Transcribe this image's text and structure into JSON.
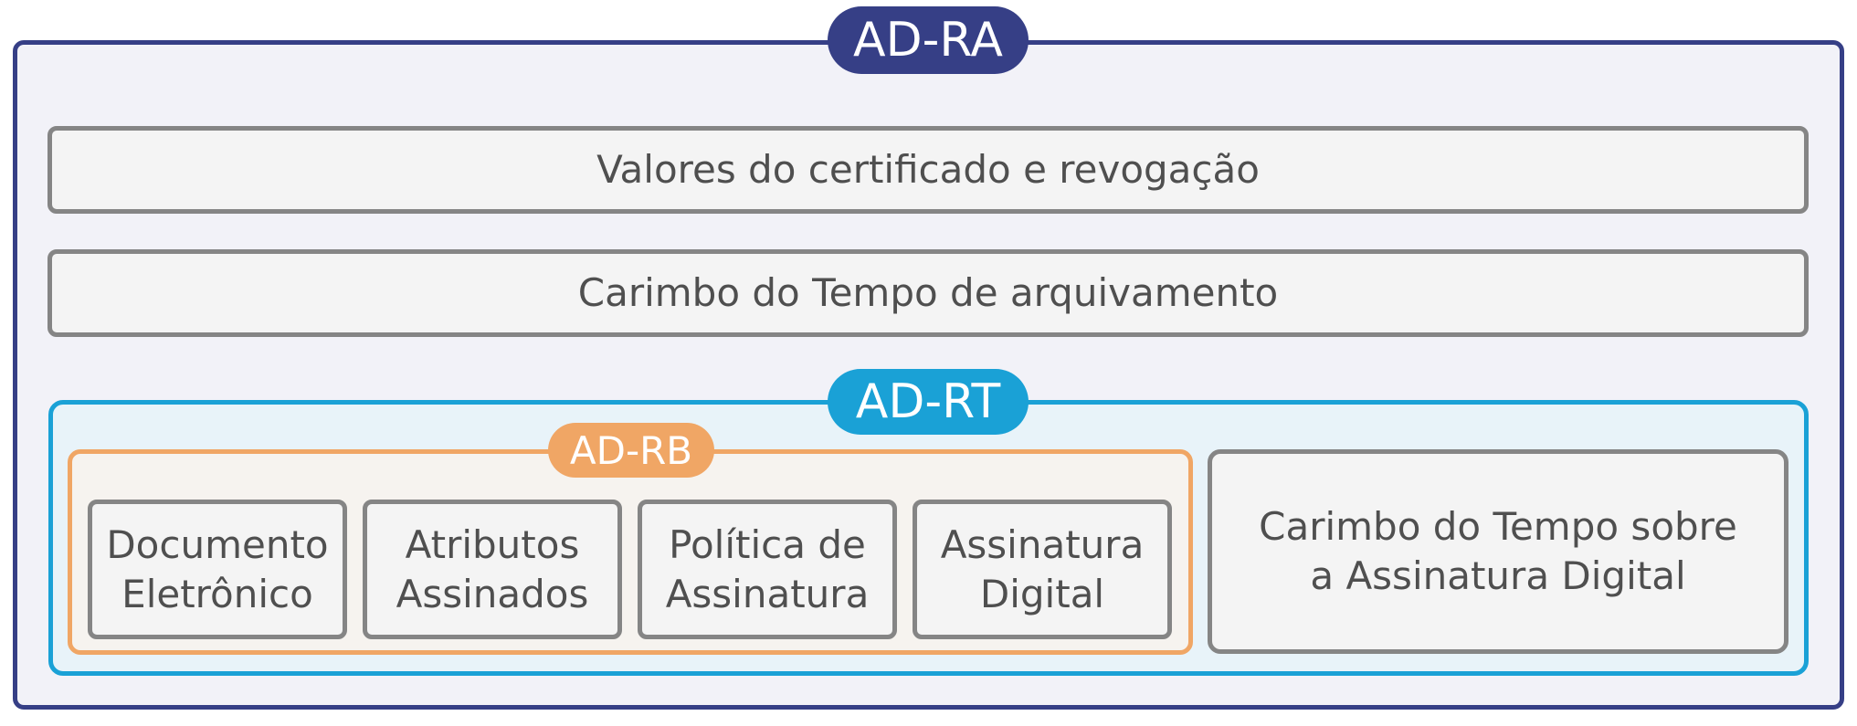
{
  "containers": {
    "ad_ra": {
      "label": "AD-RA",
      "color": "#363f86"
    },
    "ad_rt": {
      "label": "AD-RT",
      "color": "#1aa1d6"
    },
    "ad_rb": {
      "label": "AD-RB",
      "color": "#f0a665"
    }
  },
  "layers": {
    "certificate_values": "Valores do certificado e revogação",
    "archive_timestamp": "Carimbo do Tempo de arquivamento"
  },
  "ad_rb_items": {
    "electronic_document": {
      "line1": "Documento",
      "line2": "Eletrônico"
    },
    "signed_attributes": {
      "line1": "Atributos",
      "line2": "Assinados"
    },
    "signature_policy": {
      "line1": "Política de",
      "line2": "Assinatura"
    },
    "digital_signature": {
      "line1": "Assinatura",
      "line2": "Digital"
    }
  },
  "signature_timestamp": {
    "line1": "Carimbo do Tempo sobre",
    "line2": "a Assinatura Digital"
  }
}
